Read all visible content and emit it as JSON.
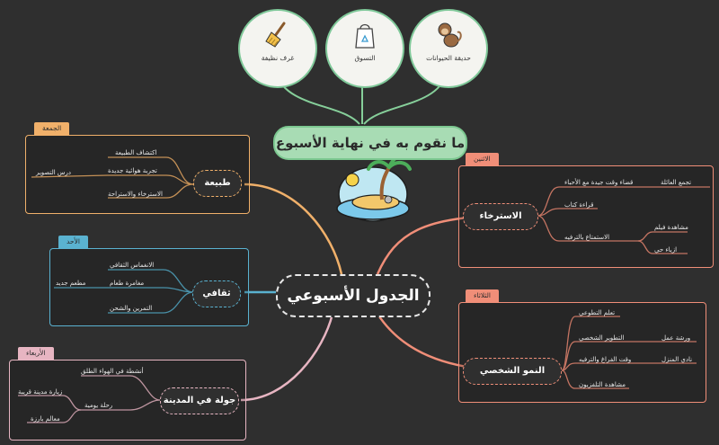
{
  "colors": {
    "green": "#86cf9a",
    "orange": "#f0b06a",
    "salmon": "#f08e78",
    "blue": "#5ab2d0",
    "pink": "#e7b5c2"
  },
  "top": {
    "title": "ما نقوم به في نهاية الأسبوع",
    "items": [
      {
        "label": "غرف نظيفة",
        "icon": "broom-icon"
      },
      {
        "label": "التسوق",
        "icon": "recycle-bag-icon"
      },
      {
        "label": "حديقة الحيوانات",
        "icon": "monkey-icon"
      }
    ]
  },
  "central": {
    "title": "الجدول الأسبوعي"
  },
  "friday": {
    "tag": "الجمعة",
    "node": "طبيعة",
    "leaves": [
      "اكتشاف الطبيعة",
      "تجربة هوائية جديدة",
      "الاسترخاء والاستراحة"
    ],
    "sub": "درس التصوير"
  },
  "sunday": {
    "tag": "الأحد",
    "node": "ثقافي",
    "leaves": [
      "الانغماس الثقافي",
      "مغامرة طعام",
      "التمرين والشحن"
    ],
    "sub": "مطعم جديد"
  },
  "wednesday": {
    "tag": "الأربعاء",
    "node": "جولة في المدينة",
    "leaves": [
      "أنشطة في الهواء الطلق",
      "رحلة يومية"
    ],
    "subs": [
      "زيارة مدينة قريبة",
      "معالم بارزة"
    ]
  },
  "monday": {
    "tag": "الاثنين",
    "node": "الاسترخاء",
    "leaves": [
      "قضاء وقت جيدة مع الأحباء",
      "قراءة كتاب",
      "الاستمتاع بالترفيه"
    ],
    "subs": [
      "تجمع العائلة",
      "مشاهدة فيلم",
      "ازياء حي"
    ]
  },
  "tuesday": {
    "tag": "الثلاثاء",
    "node": "النمو الشخصي",
    "leaves": [
      "تعلم التطوعي",
      "التطوير الشخصي",
      "وقت الفراغ والترفيه",
      "مشاهدة التلفزيون"
    ],
    "subs": [
      "ورشة عمل",
      "نادي المنزل"
    ]
  }
}
